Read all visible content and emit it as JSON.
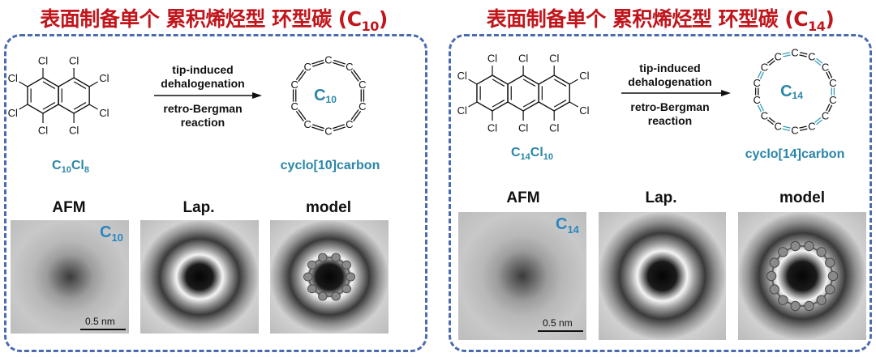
{
  "panels": [
    {
      "title_main": "表面制备单个 累积烯烃型 环型碳 (C",
      "title_sub": "10",
      "title_end": ")",
      "precursor": {
        "c": "C",
        "c_sub": "10",
        "cl": "Cl",
        "cl_sub": "8",
        "rings": 2
      },
      "arrow_top": "tip-induced dehalogenation",
      "arrow_bottom": "retro-Bergman reaction",
      "product": {
        "atoms": 10,
        "center_c": "C",
        "center_sub": "10",
        "name": "cyclo[10]carbon"
      },
      "labels": {
        "afm": "AFM",
        "lap": "Lap.",
        "model": "model"
      },
      "afm_tag": {
        "c": "C",
        "sub": "10"
      },
      "scale_label": "0.5 nm"
    },
    {
      "title_main": "表面制备单个 累积烯烃型 环型碳 (C",
      "title_sub": "14",
      "title_end": ")",
      "precursor": {
        "c": "C",
        "c_sub": "14",
        "cl": "Cl",
        "cl_sub": "10",
        "rings": 3
      },
      "arrow_top": "tip-induced dehalogenation",
      "arrow_bottom": "retro-Bergman reaction",
      "product": {
        "atoms": 14,
        "center_c": "C",
        "center_sub": "14",
        "name": "cyclo[14]carbon"
      },
      "labels": {
        "afm": "AFM",
        "lap": "Lap.",
        "model": "model"
      },
      "afm_tag": {
        "c": "C",
        "sub": "14"
      },
      "scale_label": "0.5 nm"
    }
  ],
  "atom_labels": {
    "chlorine": "Cl",
    "carbon": "C"
  },
  "colors": {
    "title": "#c0161c",
    "box": "#4a6bb0",
    "formula": "#2a86a8",
    "alt_bond": "#3a9ab8"
  }
}
